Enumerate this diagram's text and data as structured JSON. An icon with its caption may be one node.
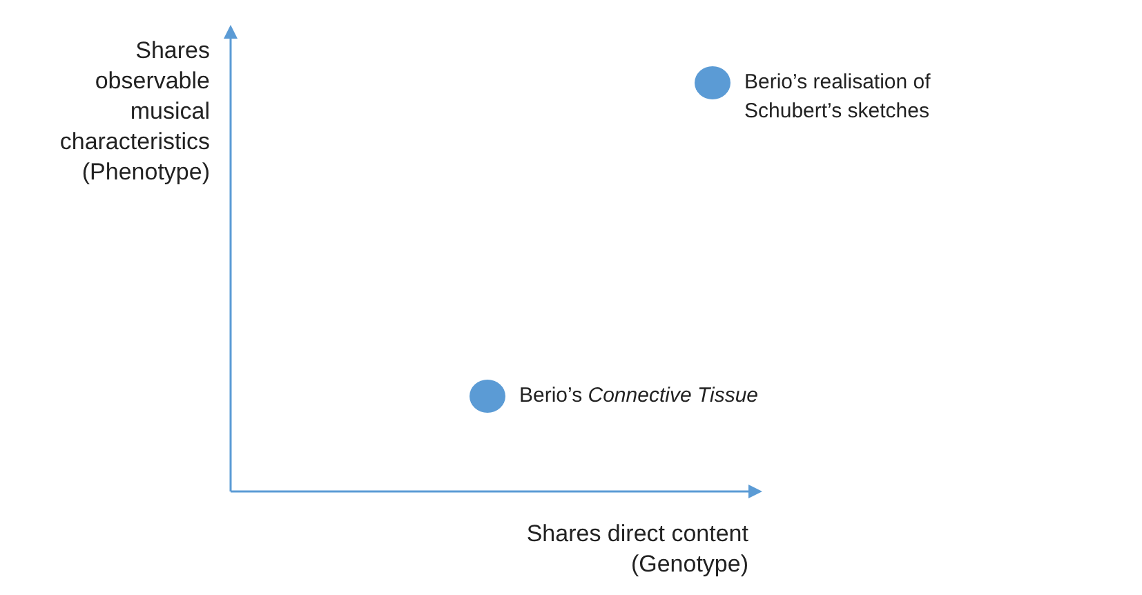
{
  "diagram": {
    "nodes": [
      {
        "text": [],
        "shape": "circle",
        "beside": [
          "Berio’s realisation of Schubert’s sketches"
        ]
      },
      {
        "text": [],
        "shape": "circle",
        "beside": [
          "Berio’s *Connective Tissue*"
        ]
      }
    ],
    "labels": [
      "Shares observable musical characteristics (Phenotype)",
      "Shares direct content (Genotype)"
    ]
  }
}
